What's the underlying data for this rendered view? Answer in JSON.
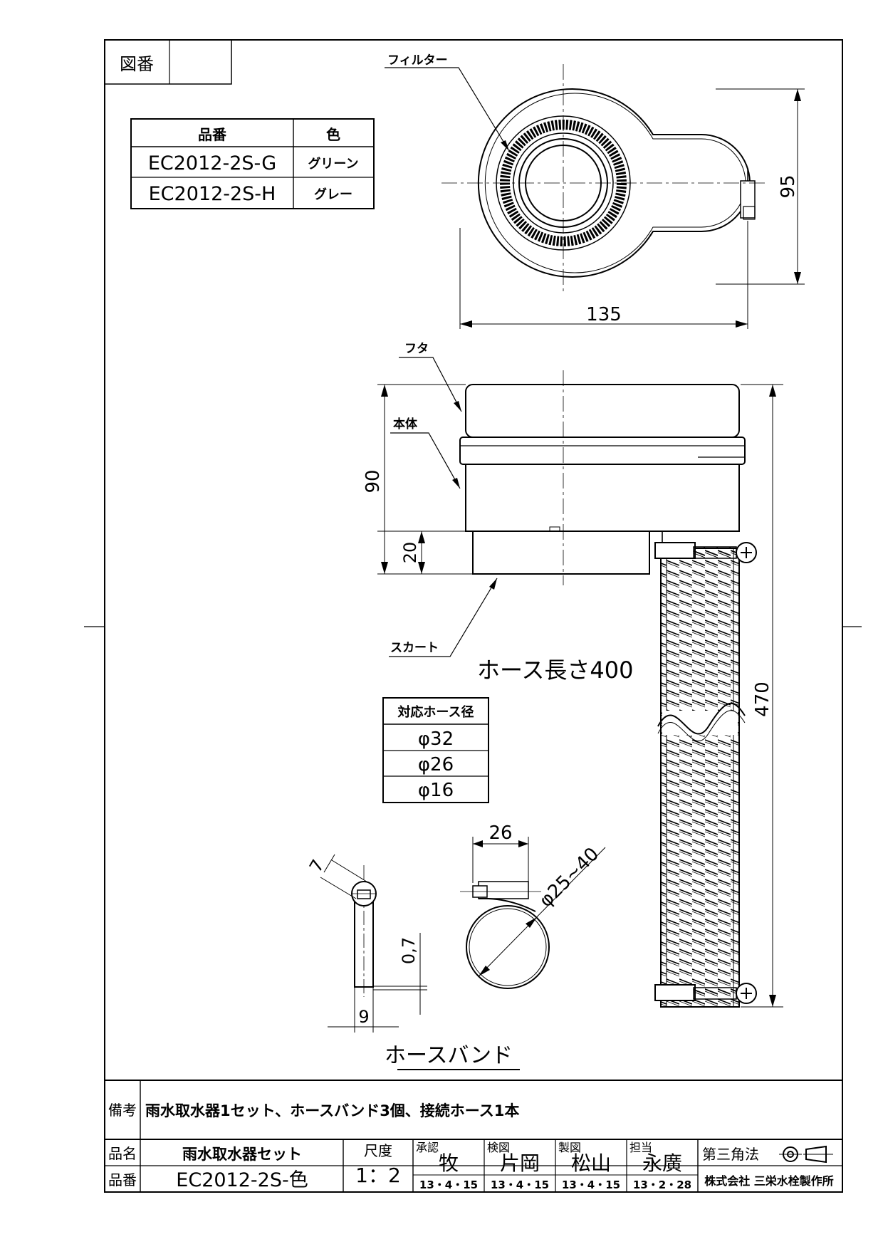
{
  "drawing_no_label": "図番",
  "drawing_no_value": "",
  "parts_table": {
    "headers": [
      "品番",
      "色"
    ],
    "rows": [
      {
        "code": "EC2012-2S-G",
        "color": "グリーン"
      },
      {
        "code": "EC2012-2S-H",
        "color": "グレー"
      }
    ]
  },
  "callouts": {
    "filter": "フィルター",
    "lid": "フタ",
    "body": "本体",
    "skirt": "スカート",
    "hose_length": "ホース長さ400",
    "hose_band": "ホースバンド"
  },
  "dimensions": {
    "width": "135",
    "depth": "95",
    "height_body": "90",
    "height_skirt": "20",
    "total_height": "470",
    "band_width": "26",
    "band_diameter": "φ25~40",
    "band_t": "7",
    "band_thickness": "0,7",
    "band_w9": "9"
  },
  "hose_table": {
    "header": "対応ホース径",
    "rows": [
      "φ32",
      "φ26",
      "φ16"
    ]
  },
  "title_block": {
    "remarks_label": "備考",
    "remarks": "雨水取水器1セット、ホースバンド3個、接続ホース1本",
    "name_label": "品名",
    "name": "雨水取水器セット",
    "number_label": "品番",
    "number": "EC2012-2S-色",
    "scale_label": "尺度",
    "scale": "1：2",
    "approvals": [
      {
        "role": "承認",
        "name": "牧",
        "date": "13・4・15"
      },
      {
        "role": "検図",
        "name": "片岡",
        "date": "13・4・15"
      },
      {
        "role": "製図",
        "name": "松山",
        "date": "13・4・15"
      },
      {
        "role": "担当",
        "name": "永廣",
        "date": "13・2・28"
      }
    ],
    "projection": "第三角法",
    "company": "株式会社 三栄水栓製作所"
  }
}
